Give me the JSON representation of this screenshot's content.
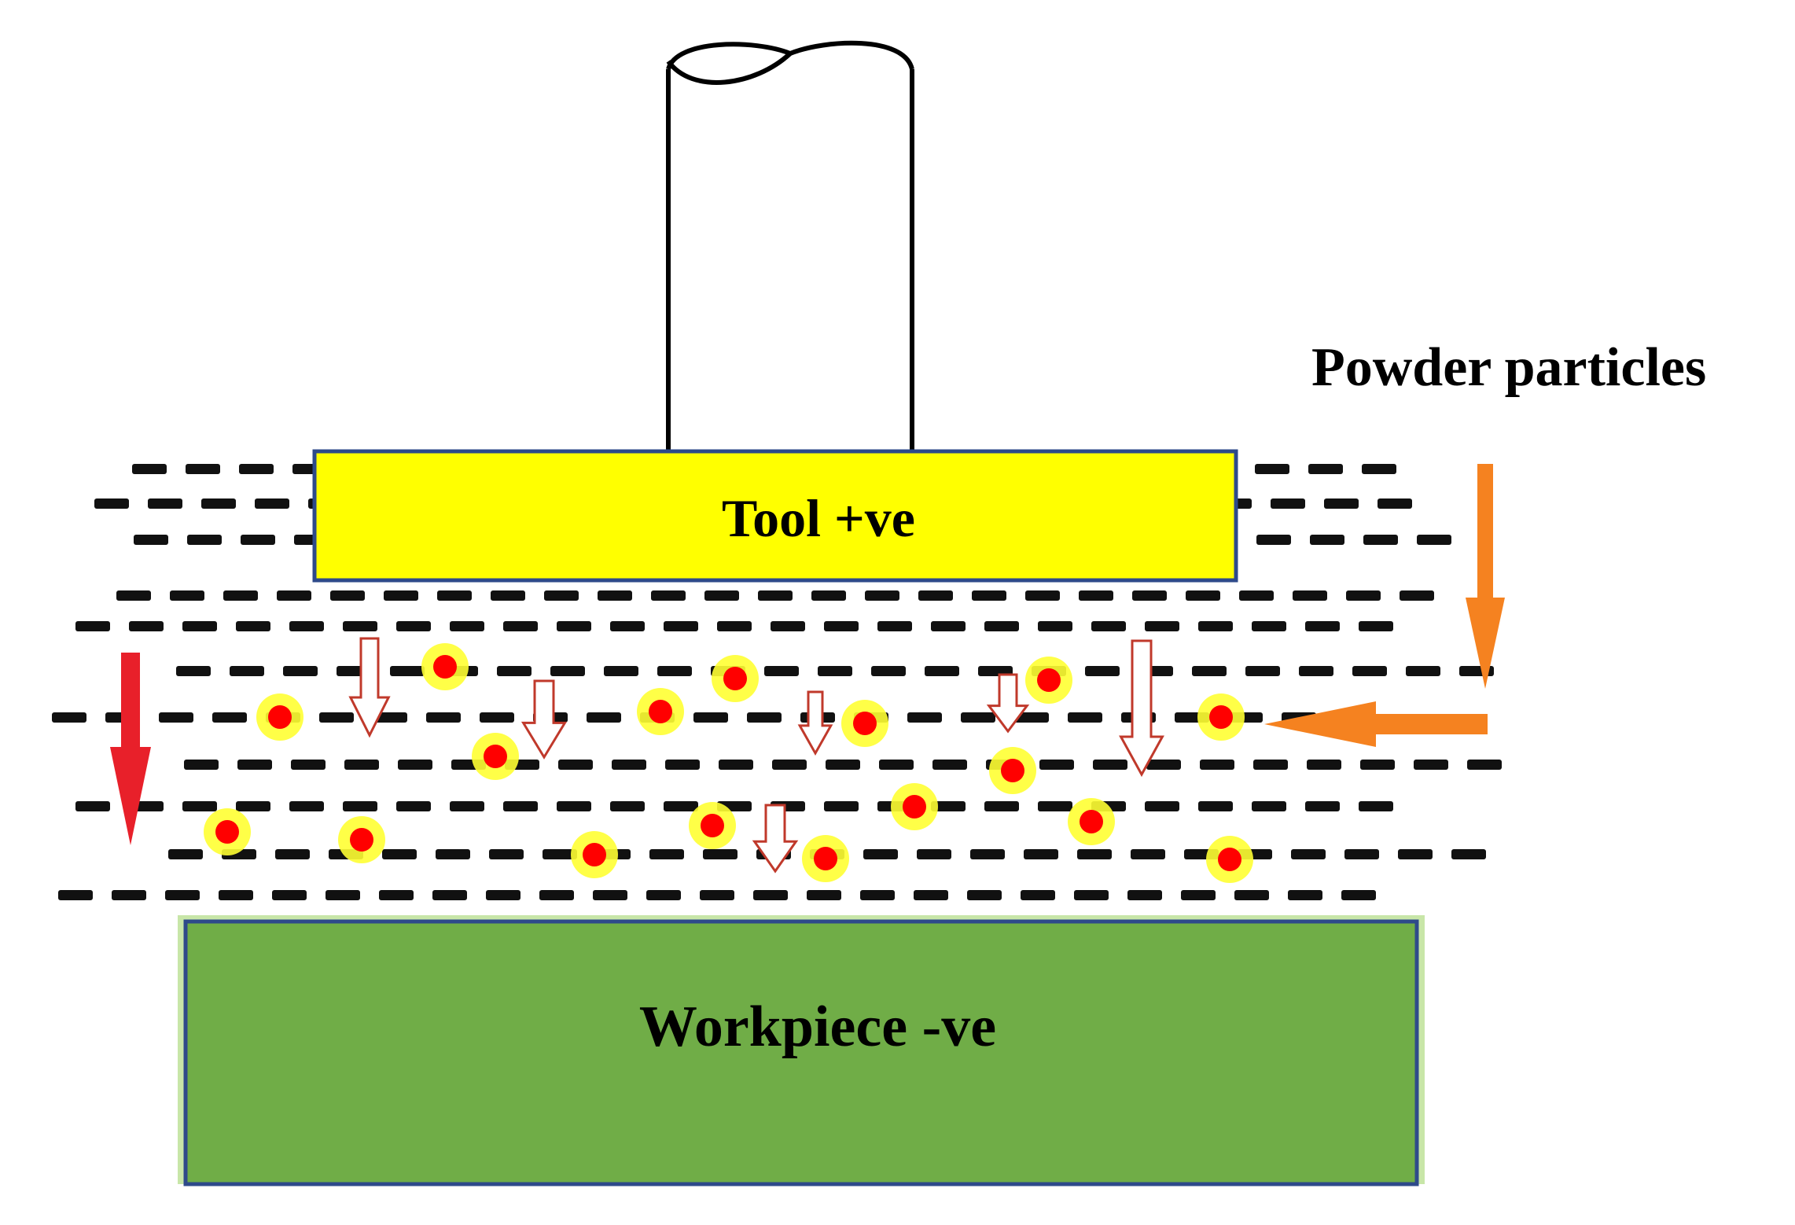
{
  "labels": {
    "powder": "Powder particles",
    "tool": "Tool +ve",
    "workpiece": "Workpiece -ve"
  },
  "colors": {
    "tool_fill": "#ffff00",
    "workpiece_fill": "#70ad47",
    "box_border": "#2e4a8a",
    "particle_core": "#ff0000",
    "particle_halo": "#ffff33",
    "arrow_red": "#e8202a",
    "arrow_orange": "#f58220",
    "arrow_outline": "#c0392b",
    "dash": "#111111"
  },
  "icons": {
    "shank": "cylindrical-tool-shank",
    "particle": "powder-particle-icon",
    "arrow": "down-arrow-icon"
  }
}
